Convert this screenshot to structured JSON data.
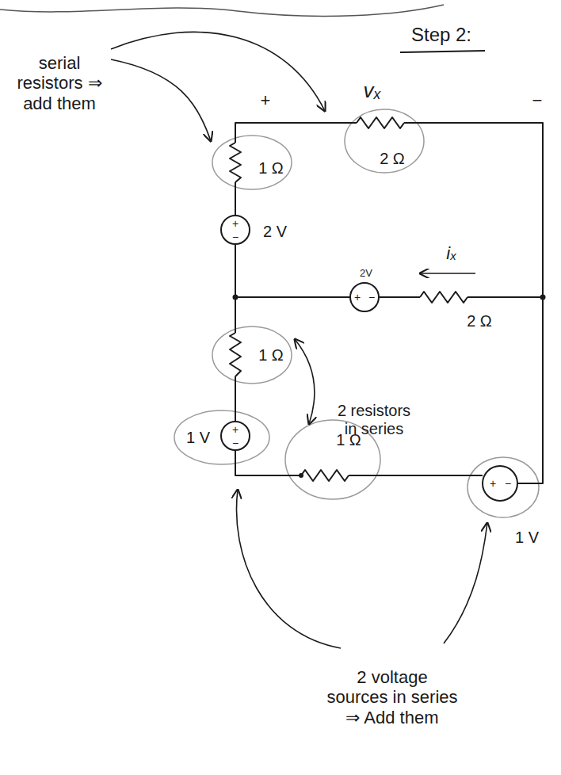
{
  "diagram": {
    "title": "Step 2:",
    "labels": [
      "serial resistors ⇒ add them",
      "+",
      "vₓ",
      "−",
      "2 Ω",
      "1 Ω",
      "+",
      "−",
      "2 V",
      "iₓ",
      "2V",
      "+",
      "−",
      "2 Ω",
      "1 Ω",
      "2 resistors in series",
      "1 V",
      "+",
      "−",
      "1 Ω",
      "+",
      "−",
      "1 V",
      "2 voltage sources in series ⇒ Add them"
    ]
  }
}
